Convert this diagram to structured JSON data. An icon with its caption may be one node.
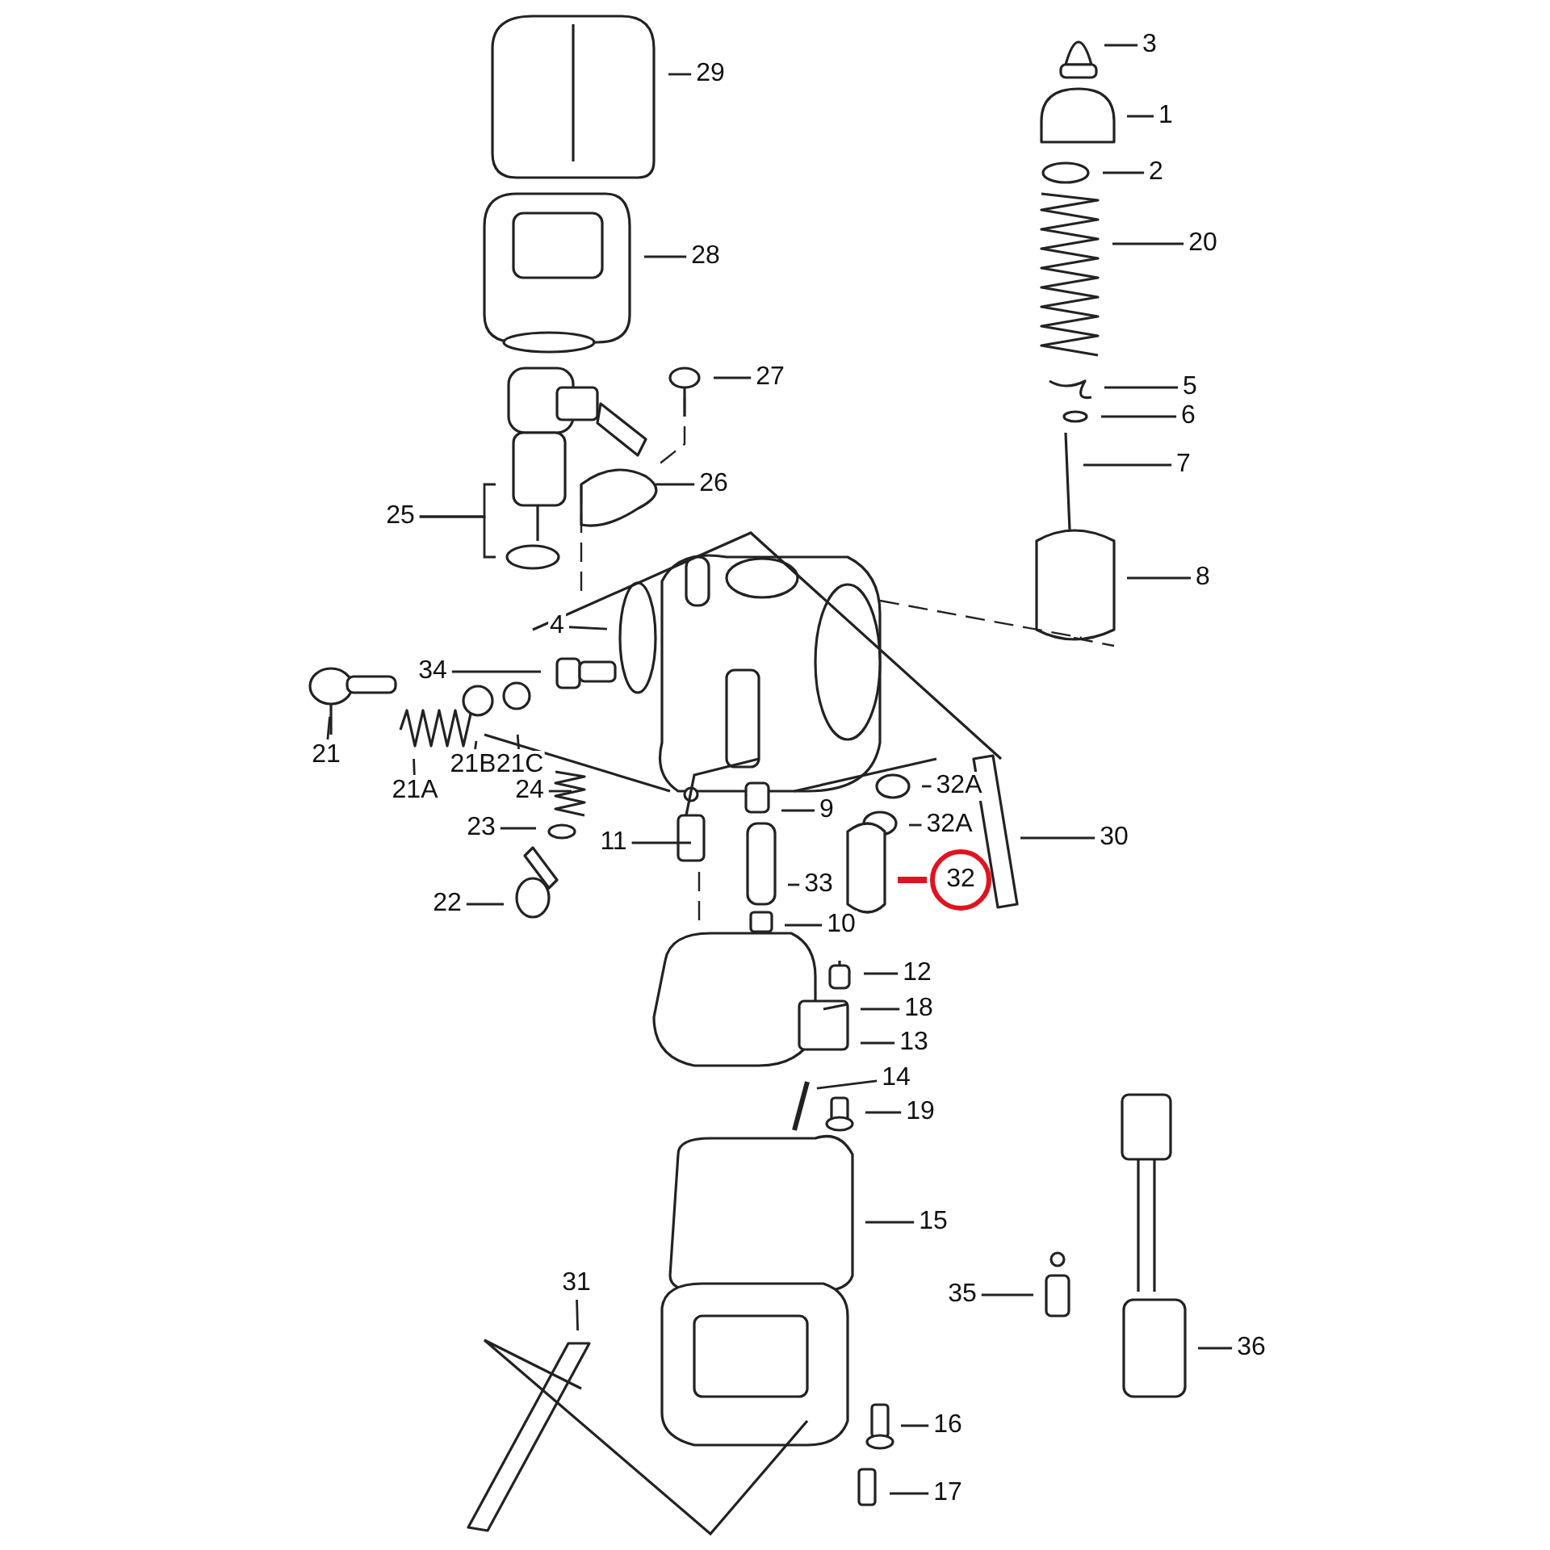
{
  "diagram": {
    "nodes": [
      {
        "text": [
          "3"
        ]
      },
      {
        "text": [
          "29"
        ]
      },
      {
        "text": [
          "1"
        ]
      },
      {
        "text": [
          "2"
        ]
      },
      {
        "text": [
          "20"
        ]
      },
      {
        "text": [
          "28"
        ]
      },
      {
        "text": [
          "27"
        ]
      },
      {
        "text": [
          "5"
        ]
      },
      {
        "text": [
          "6"
        ]
      },
      {
        "text": [
          "7"
        ]
      },
      {
        "text": [
          "26"
        ]
      },
      {
        "text": [
          "25"
        ]
      },
      {
        "text": [
          "8"
        ]
      },
      {
        "text": [
          "4"
        ]
      },
      {
        "text": [
          "34"
        ]
      },
      {
        "text": [
          "21"
        ]
      },
      {
        "text": [
          "21B"
        ]
      },
      {
        "text": [
          "21C"
        ]
      },
      {
        "text": [
          "32A"
        ]
      },
      {
        "text": [
          "21A"
        ]
      },
      {
        "text": [
          "24"
        ]
      },
      {
        "text": [
          "9"
        ]
      },
      {
        "text": [
          "23"
        ]
      },
      {
        "text": [
          "32A"
        ]
      },
      {
        "text": [
          "30"
        ]
      },
      {
        "text": [
          "11"
        ]
      },
      {
        "text": [
          "32"
        ]
      },
      {
        "text": [
          "33"
        ]
      },
      {
        "text": [
          "22"
        ]
      },
      {
        "text": [
          "10"
        ]
      },
      {
        "text": [
          "12"
        ]
      },
      {
        "text": [
          "18"
        ]
      },
      {
        "text": [
          "13"
        ]
      },
      {
        "text": [
          "14"
        ]
      },
      {
        "text": [
          "19"
        ]
      },
      {
        "text": [
          "15"
        ]
      },
      {
        "text": [
          "31"
        ]
      },
      {
        "text": [
          "35"
        ]
      },
      {
        "text": [
          "36"
        ]
      },
      {
        "text": [
          "16"
        ]
      },
      {
        "text": [
          "17"
        ]
      }
    ],
    "edges": [
      {
        "from": 0,
        "to": null,
        "arrow": "none"
      },
      {
        "from": 1,
        "to": null,
        "arrow": "none"
      },
      {
        "from": 2,
        "to": null,
        "arrow": "none"
      },
      {
        "from": 3,
        "to": null,
        "arrow": "none"
      },
      {
        "from": 4,
        "to": null,
        "arrow": "none"
      },
      {
        "from": 5,
        "to": null,
        "arrow": "none"
      },
      {
        "from": 6,
        "to": null,
        "arrow": "none"
      },
      {
        "from": 7,
        "to": null,
        "arrow": "none"
      },
      {
        "from": 8,
        "to": null,
        "arrow": "none"
      },
      {
        "from": 9,
        "to": null,
        "arrow": "none"
      },
      {
        "from": 10,
        "to": null,
        "arrow": "none"
      },
      {
        "from": 11,
        "to": null,
        "arrow": "none"
      },
      {
        "from": 11,
        "to": null,
        "arrow": "none"
      },
      {
        "from": 12,
        "to": null,
        "arrow": "none"
      },
      {
        "from": 13,
        "to": null,
        "arrow": "none"
      },
      {
        "from": 14,
        "to": null,
        "arrow": "none"
      },
      {
        "from": 15,
        "to": null,
        "arrow": "none"
      },
      {
        "from": 16,
        "to": null,
        "arrow": "none"
      },
      {
        "from": 17,
        "to": null,
        "arrow": "none"
      },
      {
        "from": 18,
        "to": null,
        "arrow": "none"
      },
      {
        "from": 19,
        "to": null,
        "arrow": "none"
      },
      {
        "from": 20,
        "to": null,
        "arrow": "none"
      },
      {
        "from": 21,
        "to": null,
        "arrow": "none"
      },
      {
        "from": 22,
        "to": null,
        "arrow": "none"
      },
      {
        "from": 23,
        "to": null,
        "arrow": "none"
      },
      {
        "from": 24,
        "to": null,
        "arrow": "none"
      },
      {
        "from": 25,
        "to": null,
        "arrow": "none"
      },
      {
        "from": 26,
        "to": null,
        "arrow": "none",
        "style": "thick",
        "color": "#e0141e"
      },
      {
        "from": 27,
        "to": null,
        "arrow": "none"
      },
      {
        "from": 28,
        "to": null,
        "arrow": "none"
      },
      {
        "from": 29,
        "to": null,
        "arrow": "none"
      },
      {
        "from": 30,
        "to": null,
        "arrow": "none"
      },
      {
        "from": 31,
        "to": null,
        "arrow": "none"
      },
      {
        "from": 32,
        "to": null,
        "arrow": "none"
      },
      {
        "from": 33,
        "to": null,
        "arrow": "none"
      },
      {
        "from": 34,
        "to": null,
        "arrow": "none"
      },
      {
        "from": 35,
        "to": null,
        "arrow": "none"
      },
      {
        "from": 36,
        "to": null,
        "arrow": "none"
      },
      {
        "from": 37,
        "to": null,
        "arrow": "none"
      },
      {
        "from": 38,
        "to": null,
        "arrow": "none"
      },
      {
        "from": 39,
        "to": null,
        "arrow": "none"
      },
      {
        "from": 40,
        "to": null,
        "arrow": "none"
      }
    ]
  }
}
